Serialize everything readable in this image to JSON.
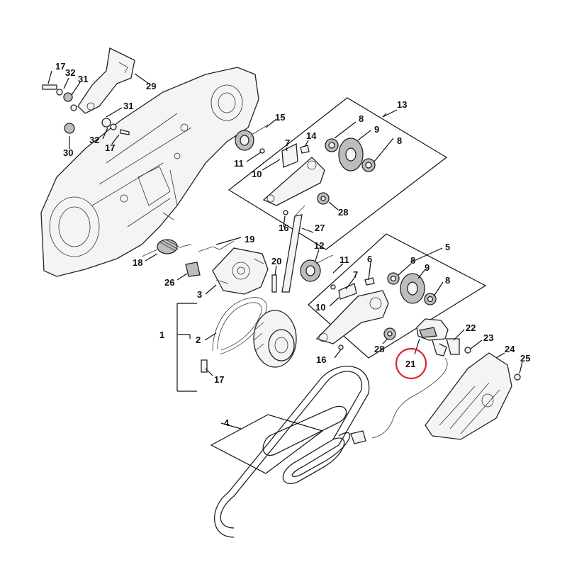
{
  "labels": {
    "l1": "1",
    "l2": "2",
    "l3": "3",
    "l4": "4",
    "l5": "5",
    "l6": "6",
    "l7a": "7",
    "l7b": "7",
    "l8a": "8",
    "l8b": "8",
    "l8c": "8",
    "l8d": "8",
    "l9a": "9",
    "l9b": "9",
    "l10a": "10",
    "l10b": "10",
    "l11a": "11",
    "l11b": "11",
    "l12": "12",
    "l13": "13",
    "l14": "14",
    "l15": "15",
    "l16a": "16",
    "l16b": "16",
    "l17a": "17",
    "l17b": "17",
    "l17c": "17",
    "l18": "18",
    "l19": "19",
    "l20": "20",
    "l21": "21",
    "l22": "22",
    "l23": "23",
    "l24": "24",
    "l25": "25",
    "l26": "26",
    "l27": "27",
    "l28a": "28",
    "l28b": "28",
    "l29": "29",
    "l30": "30",
    "l31a": "31",
    "l31b": "31",
    "l32a": "32",
    "l32b": "32"
  },
  "highlight": {
    "label_id": "21",
    "color": "#d9262c"
  }
}
